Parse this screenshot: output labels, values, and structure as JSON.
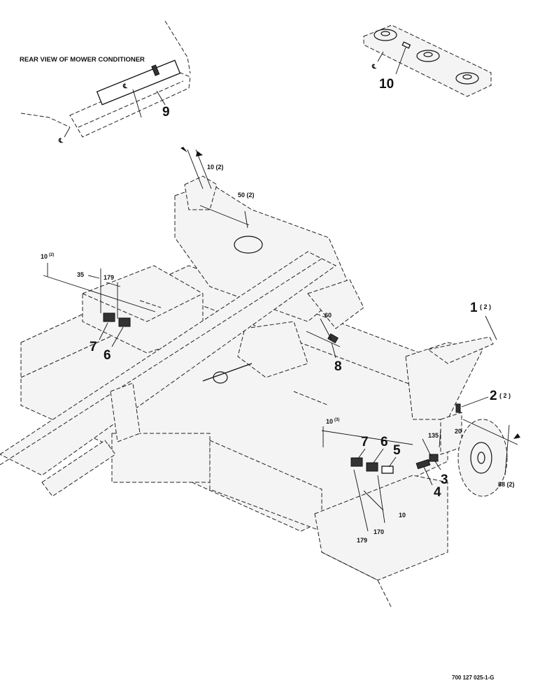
{
  "inset_title": "REAR VIEW OF MOWER CONDITIONER",
  "drawing_code": "700 127 025-1-G",
  "centerline_symbol": "℄",
  "callouts": {
    "c1": "1",
    "c1q": "( 2 )",
    "c2": "2",
    "c2q": "( 2 )",
    "c3": "3",
    "c4": "4",
    "c5": "5",
    "c6a": "6",
    "c6b": "6",
    "c7a": "7",
    "c7b": "7",
    "c8": "8",
    "c9": "9",
    "c10": "10"
  },
  "dimensions": {
    "d10_2_top": "10 (2)",
    "d50_2": "50 (2)",
    "d10_2_left": "10",
    "d10_2_left_q": "(2)",
    "d35": "35",
    "d179_left": "179",
    "d60": "60",
    "d10_3": "10",
    "d10_3_q": "(3)",
    "d135": "135",
    "d20": "20",
    "d88_2": "88 (2)",
    "d10_bottom": "10",
    "d170": "170",
    "d179_bottom": "179"
  },
  "colors": {
    "line": "#111111",
    "fill": "#f4f4f4",
    "background": "#ffffff"
  }
}
